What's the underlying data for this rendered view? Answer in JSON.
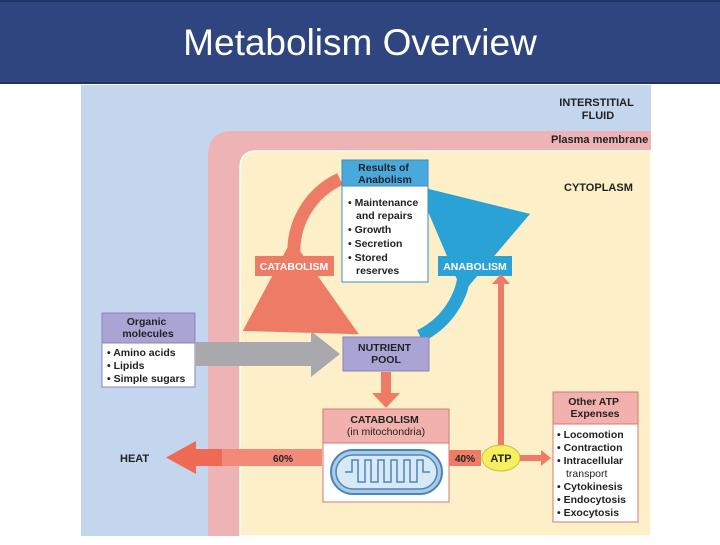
{
  "title": "Metabolism Overview",
  "labels": {
    "interstitial_fluid": [
      "INTERSTITIAL",
      "FLUID"
    ],
    "plasma_membrane": "Plasma membrane",
    "cytoplasm": "CYTOPLASM",
    "results_title": [
      "Results of",
      "Anabolism"
    ],
    "results_items": [
      "• Maintenance",
      "and repairs",
      "• Growth",
      "• Secretion",
      "• Stored",
      "reserves"
    ],
    "catabolism_cycle": "CATABOLISM",
    "anabolism_cycle": "ANABOLISM",
    "organic_title": [
      "Organic",
      "molecules"
    ],
    "organic_items": [
      "• Amino acids",
      "• Lipids",
      "• Simple sugars"
    ],
    "nutrient_pool": [
      "NUTRIENT",
      "POOL"
    ],
    "catabolism_mito": [
      "CATABOLISM",
      "(in mitochondria)"
    ],
    "heat": "HEAT",
    "heat_percent": "60%",
    "atp_percent": "40%",
    "atp": "ATP",
    "other_atp_title": [
      "Other ATP",
      "Expenses"
    ],
    "other_atp_items": [
      "• Locomotion",
      "• Contraction",
      "• Intracellular",
      "transport",
      "• Cytokinesis",
      "• Endocytosis",
      "• Exocytosis"
    ]
  },
  "colors": {
    "title_bar": "#2e4580",
    "interstitial": "#c3d6ee",
    "membrane": "#eeb3b5",
    "cytoplasm": "#fdf0c8",
    "catabolism_arrow": "#ee7b66",
    "anabolism_arrow": "#2aa2d6",
    "nutrient_pool": "#a9a4d4",
    "atp": "#f7ef60",
    "heat_arrow": "#ee6a55",
    "mitochondrion": "#a8cbe8"
  }
}
